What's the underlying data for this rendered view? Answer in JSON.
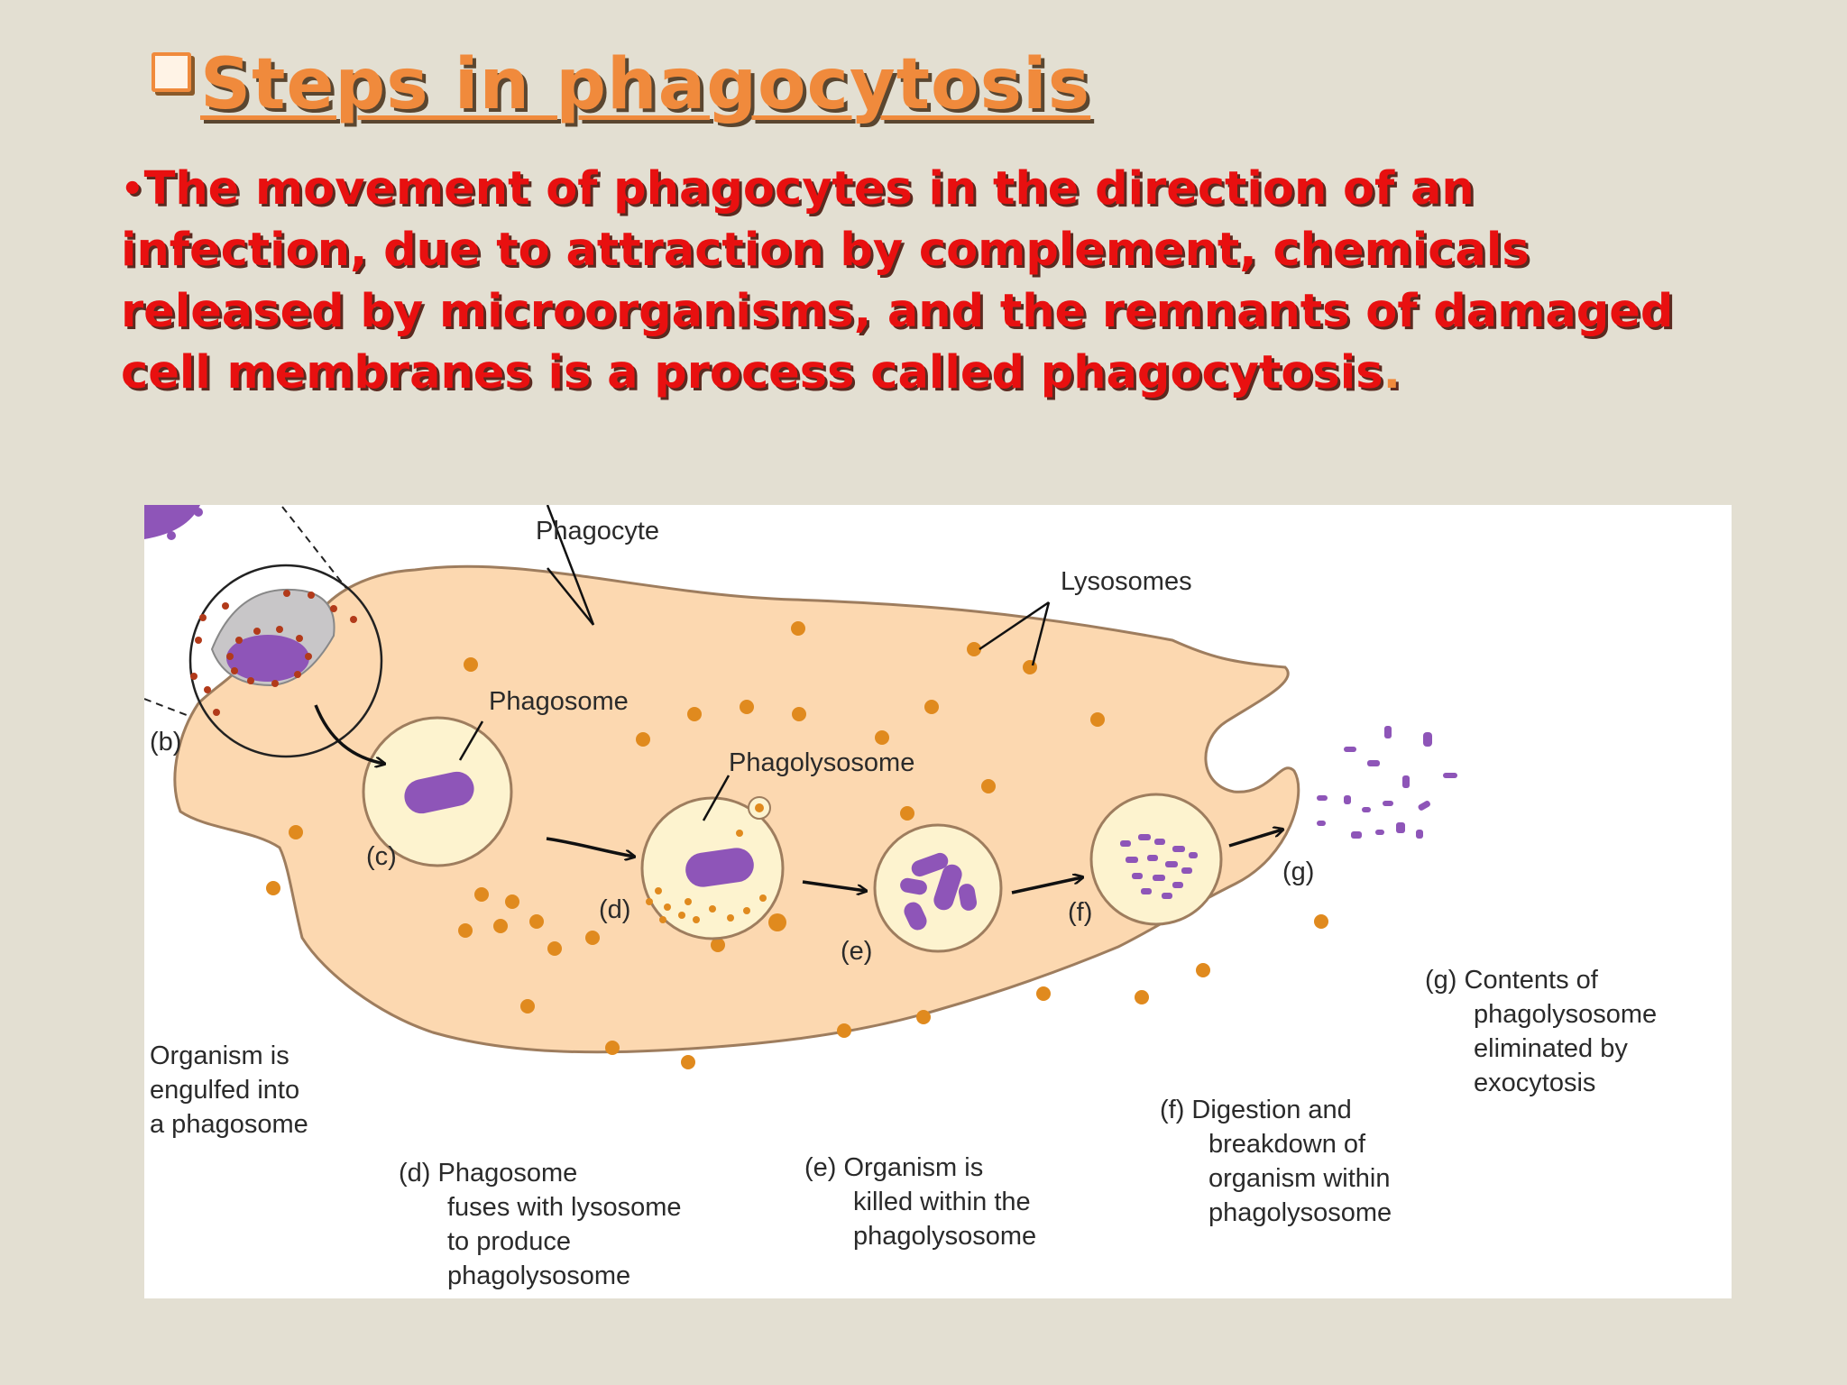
{
  "slide": {
    "title": "Steps in phagocytosis",
    "body": "The movement of phagocytes in the direction of an infection, due to attraction by complement, chemicals released by microorganisms, and the remnants of damaged cell membranes is a process called phagocytosis",
    "body_end": "."
  },
  "diagram": {
    "labels": {
      "phagocyte": "Phagocyte",
      "lysosomes": "Lysosomes",
      "phagosome": "Phagosome",
      "phagolysosome": "Phagolysosome",
      "b": "(b)",
      "c": "(c)",
      "d": "(d)",
      "e": "(e)",
      "f": "(f)",
      "g": "(g)"
    },
    "captions": {
      "b": [
        "Organism is",
        "engulfed into",
        "a phagosome"
      ],
      "d": [
        "(d) Phagosome",
        "fuses with lysosome",
        "to produce",
        "phagolysosome"
      ],
      "e": [
        "(e) Organism is",
        "killed within the",
        "phagolysosome"
      ],
      "f": [
        "(f) Digestion and",
        "breakdown of",
        "organism within",
        "phagolysosome"
      ],
      "g": [
        "(g) Contents of",
        "phagolysosome",
        "eliminated by",
        "exocytosis"
      ]
    }
  },
  "colors": {
    "title": "#f08a3c",
    "body_text": "#e81010",
    "background": "#e3dfd2",
    "cell": "#fcd8b0",
    "lysosome": "#e08a1e",
    "organism": "#8e55b8",
    "vesicle": "#fdf3cf"
  }
}
